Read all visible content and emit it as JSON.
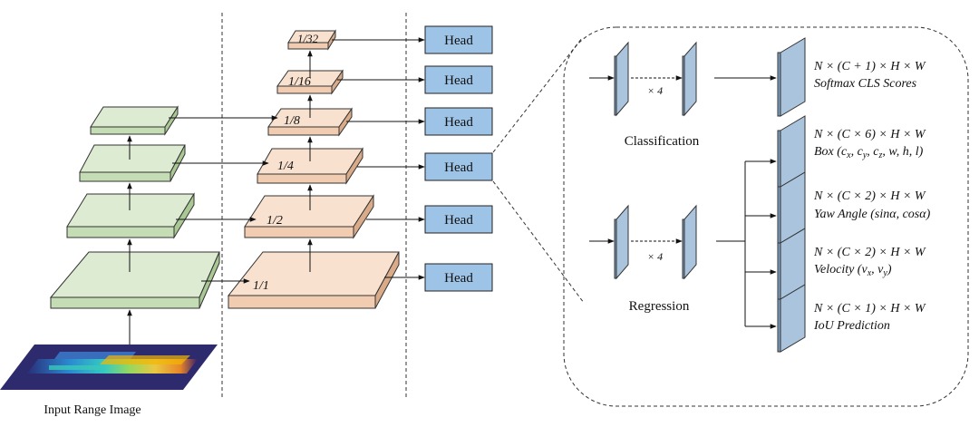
{
  "input": {
    "label": "Input Range Image"
  },
  "scales": {
    "s1_1": "1/1",
    "s1_2": "1/2",
    "s1_4": "1/4",
    "s1_8": "1/8",
    "s1_16": "1/16",
    "s1_32": "1/32"
  },
  "head": {
    "label": "Head"
  },
  "detail": {
    "repeat": "× 4",
    "classification": {
      "title": "Classification",
      "out_shape": "N × (C + 1) × H × W",
      "out_desc": "Softmax CLS Scores"
    },
    "regression": {
      "title": "Regression",
      "outputs": [
        {
          "shape": "N × (C × 6) × H × W",
          "desc_prefix": "Box (",
          "desc_parts": [
            "c",
            "x",
            ", c",
            "y",
            ", c",
            "z",
            ", w, h, l)"
          ]
        },
        {
          "shape": "N × (C × 2) × H × W",
          "desc": "Yaw Angle (sinα, cosα)"
        },
        {
          "shape": "N × (C × 2) × H × W",
          "desc_prefix": "Velocity (",
          "desc_parts": [
            "v",
            "x",
            ", v",
            "y",
            ")"
          ]
        },
        {
          "shape": "N × (C × 1) × H × W",
          "desc": "IoU Prediction"
        }
      ]
    }
  },
  "colors": {
    "green_top": "#dcebd2",
    "green_front": "#c5ddb4",
    "green_side": "#a9c893",
    "peach_top": "#f9e1cf",
    "peach_front": "#f2ccb0",
    "peach_side": "#d9ab88",
    "head_fill": "#9dc3e6",
    "conv_front": "#7f9fbf",
    "conv_side": "#aac4de"
  }
}
